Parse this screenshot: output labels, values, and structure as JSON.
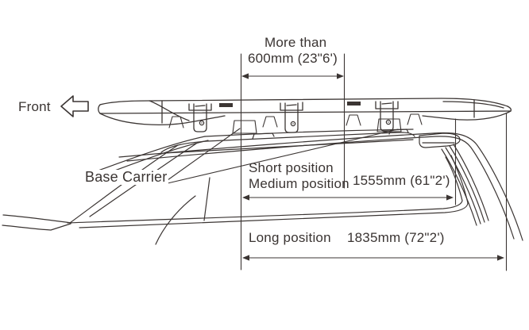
{
  "labels": {
    "front": "Front",
    "base_carrier": "Base Carrier"
  },
  "dimensions": {
    "spacing": {
      "label_line1": "More than",
      "label_line2": "600mm (23\"6')"
    },
    "short_medium": {
      "label_line1": "Short position",
      "label_line2": "Medium position",
      "value": "1555mm (61\"2')"
    },
    "long": {
      "label": "Long position",
      "value": "1835mm (72\"2')"
    }
  },
  "icons": {
    "front_arrow": "left-pointing-outline-arrow"
  },
  "colors": {
    "line": "#3b3533",
    "text": "#3a3432",
    "background": "#ffffff"
  }
}
